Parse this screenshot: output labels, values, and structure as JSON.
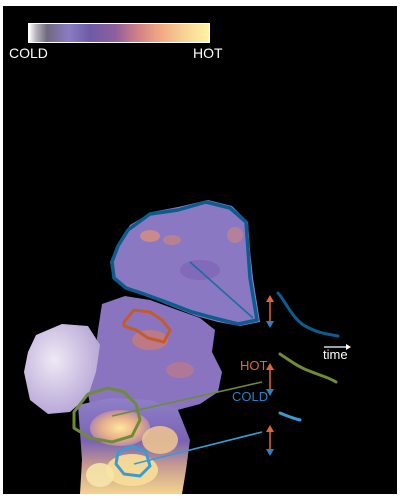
{
  "scale": {
    "low_label": "COLD",
    "high_label": "HOT"
  },
  "annotations": {
    "hot_label": "HOT",
    "cold_label": "COLD",
    "time_label": "time"
  },
  "colors": {
    "background": "#000000",
    "region_top": "#0d5c8f",
    "region_middle_small": "#c65a2a",
    "region_middle_large": "#6e8c35",
    "region_bottom": "#3a9bd0",
    "hot_arrow": "#e0643a",
    "cold_arrow": "#2f7fc1"
  }
}
